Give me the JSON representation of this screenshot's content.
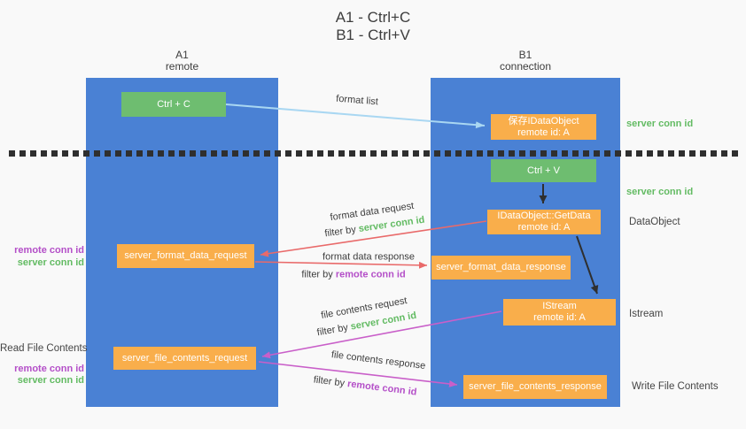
{
  "title": {
    "line1": "A1 - Ctrl+C",
    "line2": "B1 - Ctrl+V"
  },
  "columns": {
    "a1": {
      "name": "A1",
      "role": "remote"
    },
    "b1": {
      "name": "B1",
      "role": "connection"
    }
  },
  "boxes": {
    "ctrl_c": {
      "label": "Ctrl + C"
    },
    "save_idataobject": {
      "line1": "保存IDataObject",
      "line2": "remote id: A"
    },
    "ctrl_v": {
      "label": "Ctrl + V"
    },
    "getdata": {
      "line1": "IDataObject::GetData",
      "line2": "remote id: A"
    },
    "format_request": {
      "label": "server_format_data_request"
    },
    "format_response": {
      "label": "server_format_data_response"
    },
    "istream": {
      "line1": "IStream",
      "line2": "remote id: A"
    },
    "file_request": {
      "label": "server_file_contents_request"
    },
    "file_response": {
      "label": "server_file_contents_response"
    }
  },
  "arrows": {
    "format_list": {
      "label": "format list"
    },
    "format_data_request": {
      "label": "format data request",
      "filter_prefix": "filter by",
      "filter_key": "server conn id"
    },
    "format_data_response": {
      "label": "format data response",
      "filter_prefix": "filter by",
      "filter_key": "remote conn id"
    },
    "file_contents_request": {
      "label": "file contents request",
      "filter_prefix": "filter by",
      "filter_key": "server conn id"
    },
    "file_contents_response": {
      "label": "file contents response",
      "filter_prefix": "filter by",
      "filter_key": "remote conn id"
    }
  },
  "side_labels": {
    "server_conn_id_top": "server conn id",
    "server_conn_id_mid": "server conn id",
    "dataobject": "DataObject",
    "istream": "Istream",
    "write_file_contents": "Write File Contents"
  },
  "left_labels": {
    "block1": {
      "remote": "remote conn id",
      "server": "server conn id"
    },
    "block2": {
      "title": "Read File Contents",
      "remote": "remote conn id",
      "server": "server conn id"
    }
  },
  "colors": {
    "column_blue": "#4a81d4",
    "box_green": "#6ebd70",
    "box_orange": "#f9ae4b",
    "arrow_light_blue": "#a9d7f2",
    "arrow_red": "#e96a6a",
    "arrow_magenta": "#c95fc9",
    "arrow_black": "#2f2f2f",
    "text_green": "#63bb63",
    "text_purple": "#b44fc8"
  }
}
